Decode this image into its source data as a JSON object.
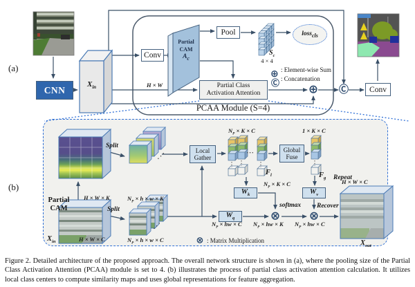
{
  "colors": {
    "accent_blue": "#2e6fd6",
    "box_border": "#44607e",
    "box_blue_fill": "#cfe0ee",
    "cnn_fill": "#2f66ad",
    "arrow": "#3a5068",
    "panel_fill": "#f1f1ee",
    "cube_yellow": "#e8c566",
    "cube_green": "#8fbc6a",
    "cube_blue": "#a8c6e4"
  },
  "panel_a": {
    "label": "(a)",
    "cnn_label": "CNN",
    "xin": {
      "base": "X",
      "sub": "in"
    },
    "conv1_label": "Conv",
    "partial_cam": {
      "line1": "Partial",
      "line2": "CAM",
      "sym_base": "A",
      "sym_sub": "c"
    },
    "pool_label": "Pool",
    "sc": {
      "base": "S",
      "sub": "c",
      "size": "4 × 4"
    },
    "loss": {
      "base": "loss",
      "sub": "cls"
    },
    "hw_label": "H × W",
    "attention_box": {
      "line1": "Partial Class",
      "line2": "Activation Attention"
    },
    "module_title": "PCAA Module (S=4)",
    "legend": {
      "sum_symbol": "⊕",
      "sum_text": ": Element-wise Sum",
      "concat_symbol": "Ⓒ",
      "concat_text": ": Concatenation"
    },
    "conv2_label": "Conv"
  },
  "panel_b": {
    "label": "(b)",
    "partial_cam_label": {
      "line1": "Partial",
      "line2": "CAM"
    },
    "split_label": "Split",
    "xin": {
      "base": "X",
      "sub": "in"
    },
    "xout": {
      "base": "X",
      "sub": "out"
    },
    "local_gather": {
      "line1": "Local",
      "line2": "Gather"
    },
    "global_fuse": {
      "line1": "Global",
      "line2": "Fuse"
    },
    "fl": {
      "base": "F",
      "sub": "l"
    },
    "fg": {
      "base": "F",
      "sub": "g"
    },
    "wq": {
      "base": "W",
      "sub": "q"
    },
    "wk": {
      "base": "W",
      "sub": "k"
    },
    "wv": {
      "base": "W",
      "sub": "v"
    },
    "repeat_label": "Repeat",
    "recover_label": "Recover",
    "softmax_label": "softmax",
    "ellipsis_h": "⋯",
    "ellipsis_diag": "⋰",
    "dims": {
      "hwk": "H × W × K",
      "hwc": "H × W × C",
      "np_hwk": {
        "base": "N",
        "sub": "P",
        "rest": " × h × w × K"
      },
      "np_hwc": {
        "base": "N",
        "sub": "P",
        "rest": " × h × w × C"
      },
      "npkc_local": {
        "base": "N",
        "sub": "P",
        "rest": " × K × C"
      },
      "kc_global": "1 × K × C",
      "npkc_key": {
        "base": "N",
        "sub": "P",
        "rest": " × K × C"
      },
      "np_hw_c_query": {
        "base": "N",
        "sub": "P",
        "rest": " × hw × C"
      },
      "np_hw_k": {
        "base": "N",
        "sub": "P",
        "rest": " × hw × K"
      },
      "np_hw_c_out": {
        "base": "N",
        "sub": "P",
        "rest": " × hw × C"
      },
      "hwc_out": "H × W × C"
    },
    "legend": {
      "matmul_symbol": "⊗",
      "matmul_text": ": Matrix Multiplication"
    }
  },
  "caption": "Figure 2. Detailed architecture of the proposed approach. The overall network structure is shown in (a), where the pooling size of the Partial Class Activation Attention (PCAA) module is set to 4. (b) illustrates the process of partial class activation attention calculation. It utilizes local class centers to compute similarity maps and uses global representations for feature aggregation."
}
